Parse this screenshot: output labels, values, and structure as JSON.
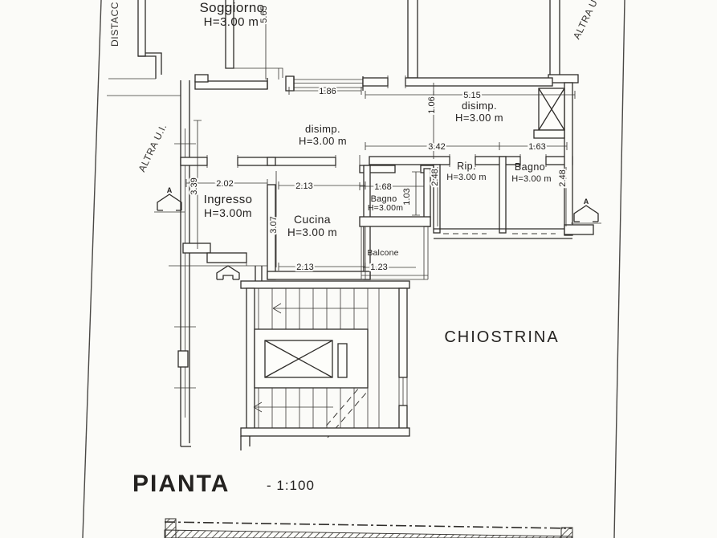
{
  "title": {
    "text": "PIANTA",
    "scale": "- 1:100"
  },
  "labels": {
    "chiostrina": "CHIOSTRINA",
    "distacco": "DISTACC",
    "altra_ui_left": "ALTRA U.I.",
    "altra_ui_top_right": "ALTRA U",
    "section_marker_left": "A",
    "section_marker_right": "A"
  },
  "rooms": {
    "soggiorno": {
      "name": "Soggiorno",
      "height": "H=3.00 m"
    },
    "disimpegno_left": {
      "name": "disimp.",
      "height": "H=3.00 m"
    },
    "disimpegno_right": {
      "name": "disimp.",
      "height": "H=3.00 m"
    },
    "ingresso": {
      "name": "Ingresso",
      "height": "H=3.00m"
    },
    "cucina": {
      "name": "Cucina",
      "height": "H=3.00 m"
    },
    "bagno_center": {
      "name": "Bagno",
      "height": "H=3.00m"
    },
    "bagno_right": {
      "name": "Bagno",
      "height": "H=3.00 m"
    },
    "ripostiglio": {
      "name": "Rip.",
      "height": "H=3.00 m"
    },
    "balcone": {
      "name": "Balcone"
    }
  },
  "dimensions": {
    "soggiorno_depth": "5.65",
    "soggiorno_door": "1.86",
    "corridor_length": "5.15",
    "corridor_width": "1.06",
    "ingresso_width": "2.02",
    "ingresso_depth": "3.39",
    "cucina_width_top": "2.13",
    "cucina_depth": "3.07",
    "cucina_width_bottom": "2.13",
    "bagno_center_width": "1.68",
    "bagno_center_depth": "1.03",
    "balcone_width": "1.23",
    "rip_width": "3.42",
    "rip_depth": "2.48",
    "bagno_right_width": "1.63",
    "bagno_right_depth": "2.48"
  }
}
